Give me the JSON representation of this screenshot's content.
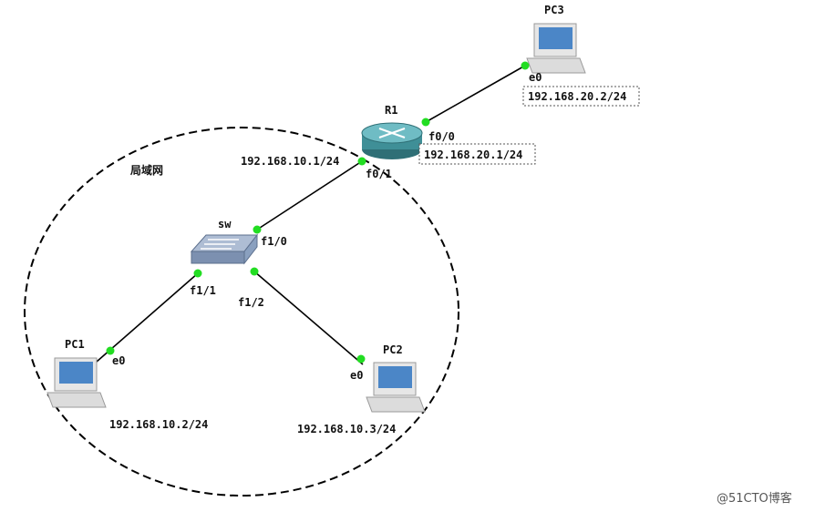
{
  "diagram": {
    "lan_label": "局域网",
    "devices": {
      "r1": {
        "name": "R1",
        "port_f0_0": "f0/0",
        "port_f0_1": "f0/1",
        "ip_f0_0": "192.168.20.1/24",
        "ip_f0_1": "192.168.10.1/24"
      },
      "sw": {
        "name": "sw",
        "port_f1_0": "f1/0",
        "port_f1_1": "f1/1",
        "port_f1_2": "f1/2"
      },
      "pc1": {
        "name": "PC1",
        "port": "e0",
        "ip": "192.168.10.2/24"
      },
      "pc2": {
        "name": "PC2",
        "port": "e0",
        "ip": "192.168.10.3/24"
      },
      "pc3": {
        "name": "PC3",
        "port": "e0",
        "ip": "192.168.20.2/24"
      }
    },
    "colors": {
      "link_up": "#22dd22",
      "router": "#3f8f97",
      "switch": "#8aa0bf",
      "screen": "#4b86c7"
    }
  },
  "watermark": "@51CTO博客"
}
